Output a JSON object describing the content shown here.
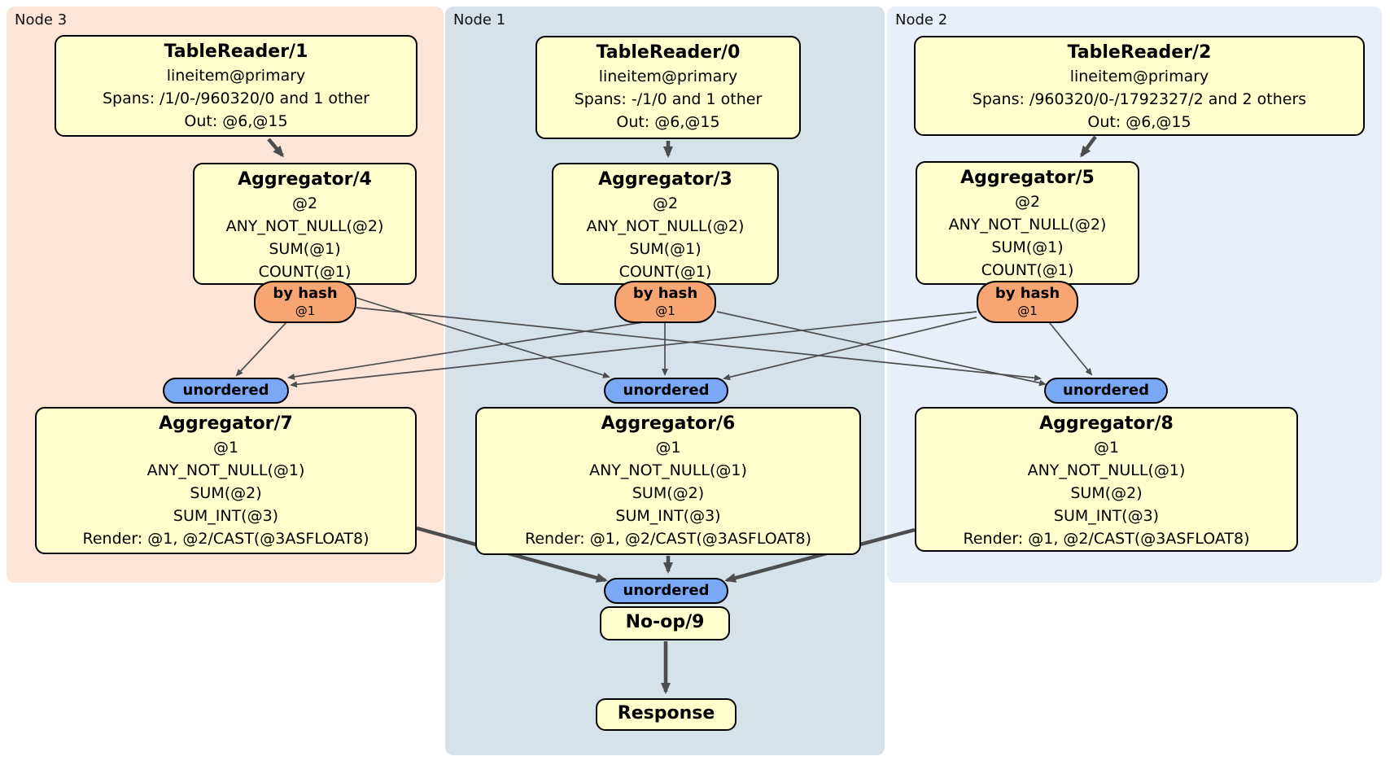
{
  "regions": {
    "node3": {
      "label": "Node 3"
    },
    "node1": {
      "label": "Node 1"
    },
    "node2": {
      "label": "Node 2"
    }
  },
  "processors": {
    "tablereader1": {
      "title": "TableReader/1",
      "lines": [
        "lineitem@primary",
        "Spans: /1/0-/960320/0 and 1 other",
        "Out: @6,@15"
      ]
    },
    "tablereader0": {
      "title": "TableReader/0",
      "lines": [
        "lineitem@primary",
        "Spans: -/1/0 and 1 other",
        "Out: @6,@15"
      ]
    },
    "tablereader2": {
      "title": "TableReader/2",
      "lines": [
        "lineitem@primary",
        "Spans: /960320/0-/1792327/2 and 2 others",
        "Out: @6,@15"
      ]
    },
    "aggregator4": {
      "title": "Aggregator/4",
      "lines": [
        "@2",
        "ANY_NOT_NULL(@2)",
        "SUM(@1)",
        "COUNT(@1)"
      ]
    },
    "aggregator3": {
      "title": "Aggregator/3",
      "lines": [
        "@2",
        "ANY_NOT_NULL(@2)",
        "SUM(@1)",
        "COUNT(@1)"
      ]
    },
    "aggregator5": {
      "title": "Aggregator/5",
      "lines": [
        "@2",
        "ANY_NOT_NULL(@2)",
        "SUM(@1)",
        "COUNT(@1)"
      ]
    },
    "aggregator7": {
      "title": "Aggregator/7",
      "lines": [
        "@1",
        "ANY_NOT_NULL(@1)",
        "SUM(@2)",
        "SUM_INT(@3)",
        "Render: @1, @2/CAST(@3ASFLOAT8)"
      ]
    },
    "aggregator6": {
      "title": "Aggregator/6",
      "lines": [
        "@1",
        "ANY_NOT_NULL(@1)",
        "SUM(@2)",
        "SUM_INT(@3)",
        "Render: @1, @2/CAST(@3ASFLOAT8)"
      ]
    },
    "aggregator8": {
      "title": "Aggregator/8",
      "lines": [
        "@1",
        "ANY_NOT_NULL(@1)",
        "SUM(@2)",
        "SUM_INT(@3)",
        "Render: @1, @2/CAST(@3ASFLOAT8)"
      ]
    },
    "noop9": {
      "title": "No-op/9"
    },
    "response": {
      "title": "Response"
    }
  },
  "router": {
    "label": "by hash",
    "detail": "@1"
  },
  "stream": {
    "label": "unordered"
  },
  "colors": {
    "node3_background": "#fce4d6",
    "node1_background": "#d5e2ea",
    "node2_background": "#e9effa",
    "processor_fill": "#ffffcd",
    "router_fill": "#f7a673",
    "stream_fill": "#7aa8f5",
    "edge": "#4d4d4d",
    "border": "#000000"
  }
}
